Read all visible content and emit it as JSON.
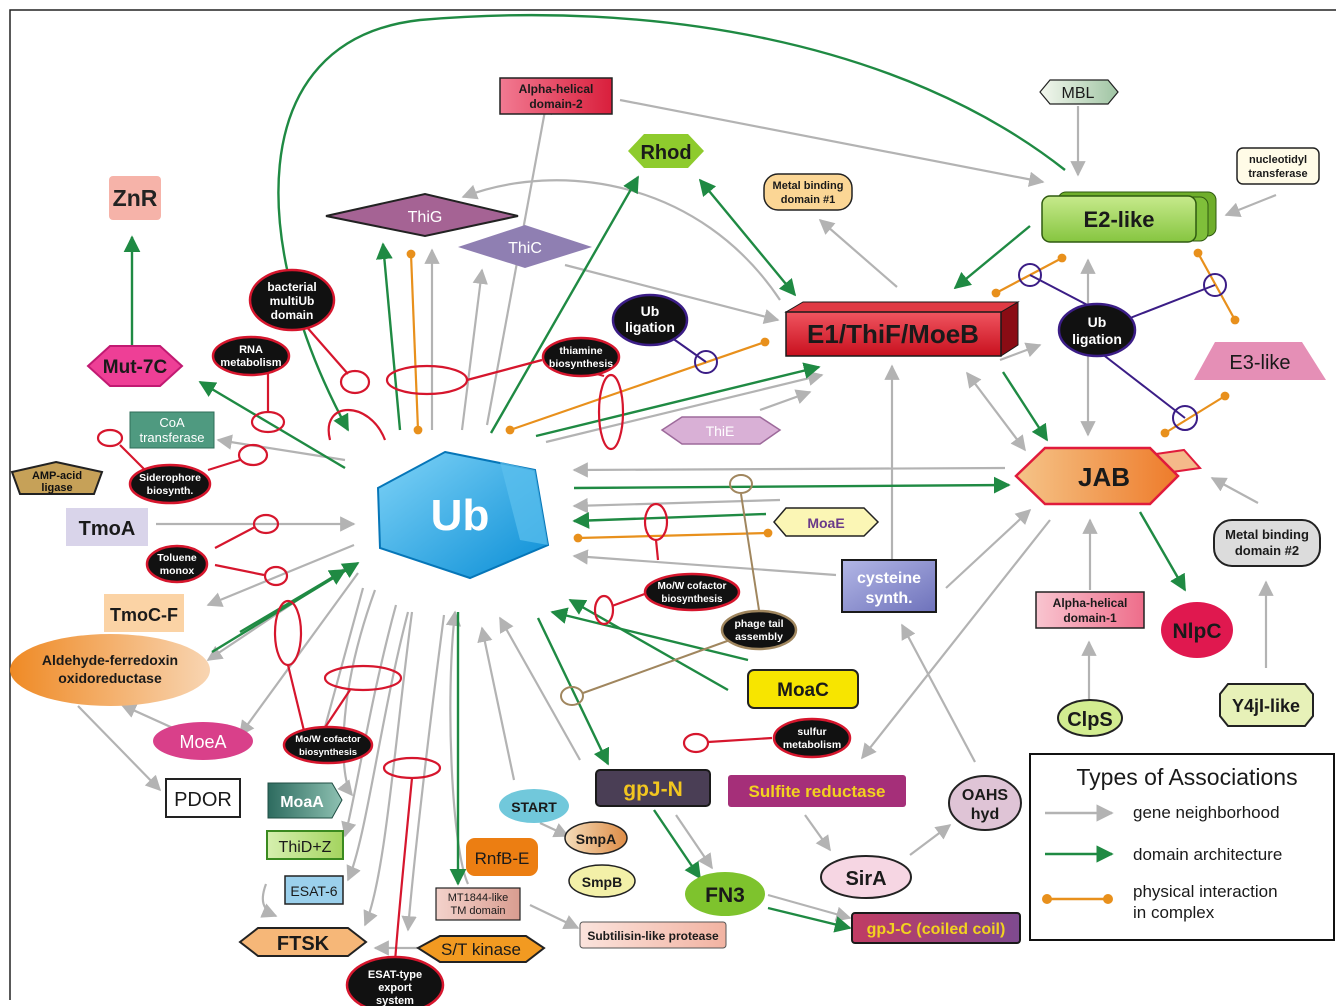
{
  "nodes": {
    "ub": "Ub",
    "znr": "ZnR",
    "mut7c": "Mut-7C",
    "coa": [
      "CoA",
      "transferase"
    ],
    "ampacid": [
      "AMP-acid",
      "ligase"
    ],
    "tmoa": "TmoA",
    "tmocf": "TmoC-F",
    "aldehyde": [
      "Aldehyde-ferredoxin",
      "oxidoreductase"
    ],
    "moea": "MoeA",
    "pdor": "PDOR",
    "moaa": "MoaA",
    "thidz": "ThiD+Z",
    "esat6": "ESAT-6",
    "ftsk": "FTSK",
    "stkinase": "S/T kinase",
    "mt1844": [
      "MT1844-like",
      "TM domain"
    ],
    "rnfbe": "RnfB-E",
    "start": "START",
    "smpa": "SmpA",
    "smpb": "SmpB",
    "subtilisin": "Subtilisin-like protease",
    "gpjn": "gpJ-N",
    "fn3": "FN3",
    "gpjc": "gpJ-C (coiled coil)",
    "sulfite": "Sulfite reductase",
    "sira": "SirA",
    "oahs": [
      "OAHS",
      "hyd"
    ],
    "moac": "MoaC",
    "cysteine": [
      "cysteine",
      "synth."
    ],
    "moae": "MoaE",
    "thie": "ThiE",
    "thig": "ThiG",
    "thic": "ThiC",
    "alpha2": [
      "Alpha-helical",
      "domain-2"
    ],
    "rhod": "Rhod",
    "metal1": [
      "Metal binding",
      "domain #1"
    ],
    "mbl": "MBL",
    "nucleotidyl": [
      "nucleotidyl",
      "transferase"
    ],
    "e2": "E2-like",
    "e1": "E1/ThiF/MoeB",
    "e3": "E3-like",
    "jab": "JAB",
    "metal2": [
      "Metal binding",
      "domain #2"
    ],
    "alpha1": [
      "Alpha-helical",
      "domain-1"
    ],
    "nlpc": "NlpC",
    "clps": "ClpS",
    "y4jl": "Y4jI-like"
  },
  "contexts": {
    "bacterial_multiub": [
      "bacterial",
      "multiUb",
      "domain"
    ],
    "rna_metabolism": [
      "RNA",
      "metabolism"
    ],
    "siderophore": [
      "Siderophore",
      "biosynth."
    ],
    "toluene": [
      "Toluene",
      "monox"
    ],
    "mow_cofactor_left": [
      "Mo/W cofactor",
      "biosynthesis"
    ],
    "esat_export": [
      "ESAT-type",
      "export",
      "system"
    ],
    "ub_ligation_top": [
      "Ub",
      "ligation"
    ],
    "thiamine": [
      "thiamine",
      "biosynthesis"
    ],
    "mow_cofactor_mid": [
      "Mo/W cofactor",
      "biosynthesis"
    ],
    "phage_tail": [
      "phage tail",
      "assembly"
    ],
    "sulfur": [
      "sulfur",
      "metabolism"
    ],
    "ub_ligation_right": [
      "Ub",
      "ligation"
    ]
  },
  "legend": {
    "title": "Types of Associations",
    "items": [
      {
        "label": [
          "gene neighborhood"
        ],
        "color": "#b3b3b3",
        "kind": "arrow"
      },
      {
        "label": [
          "domain architecture"
        ],
        "color": "#1f8a43",
        "kind": "arrow"
      },
      {
        "label": [
          "physical interaction",
          "in complex"
        ],
        "color": "#e8901c",
        "kind": "dot"
      }
    ]
  },
  "colors": {
    "gene_neighborhood": "#b3b3b3",
    "domain_architecture": "#1f8a43",
    "physical_interaction": "#e8901c",
    "ub_ligation_link": "#3b1d86",
    "context_ring": "#d6162d",
    "phage_link": "#a0865e"
  }
}
